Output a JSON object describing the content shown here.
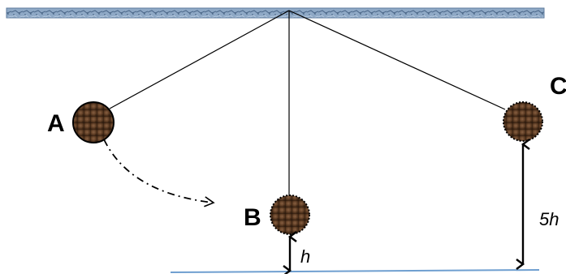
{
  "diagram": {
    "labels": {
      "A": "A",
      "B": "B",
      "C": "C",
      "h": "h",
      "five_h": "5h"
    },
    "colors": {
      "string": "#000000",
      "bob_fill": "#5a3a22",
      "bob_dark": "#2e1b0e",
      "ceiling": "#7f9fc0",
      "floor_line": "#6f9fd0",
      "arrow": "#000000"
    },
    "icons": {
      "ceiling": "textured-ceiling-bar",
      "bob": "pendulum-bob",
      "motion_path": "dash-dot-curved-arrow",
      "dimension": "double-headed-arrow"
    }
  }
}
